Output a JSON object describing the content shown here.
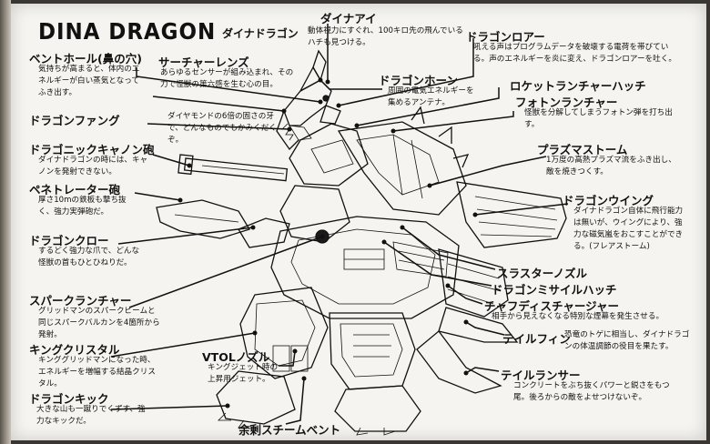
{
  "title": "DINA DRAGON",
  "subtitle": "ダイナドラゴン",
  "labels": [
    {
      "id": "dainaai",
      "name": "ダイナアイ",
      "desc": "動体視力にすぐれ、100キロ先の飛んでいるハチも見つける。"
    },
    {
      "id": "dragon_roar",
      "name": "ドラゴンロアー",
      "desc": "吼える声はプログラムデータを破壊する電荷を帯びている。声のエネルギーを炎に変え、ドラゴンロアーを吐く。"
    },
    {
      "id": "vent_hole",
      "name": "ベントホール(鼻の穴)",
      "desc": "気持ちが高まると、体内のエネルギーが白い蒸気となってふき出す。"
    },
    {
      "id": "searcher_lens",
      "name": "サーチャーレンズ",
      "desc": "あらゆるセンサーが組み込まれ、その力で怪獣の第六感を生む心の目。"
    },
    {
      "id": "dragon_horn",
      "name": "ドラゴンホーン",
      "desc": "周囲の電気エネルギーを集めるアンテナ。"
    },
    {
      "id": "rocket_launcher_hatch",
      "name": "ロケットランチャーハッチ",
      "desc": ""
    },
    {
      "id": "photon_launcher",
      "name": "フォトンランチャー",
      "desc": "怪獣を分解してしまうフォトン弾を打ち出す。"
    },
    {
      "id": "dragon_fang",
      "name": "ドラゴンファング",
      "desc": "ダイヤモンドの6倍の固さの牙で、どんなものでもかみくだくぞ。"
    },
    {
      "id": "dragonic_cannon",
      "name": "ドラゴニックキャノン砲",
      "desc": "ダイナドラゴンの時には、キャノンを発射できない。"
    },
    {
      "id": "plasma_storm",
      "name": "プラズマストーム",
      "desc": "1万度の高熱プラズマ流をふき出し、敵を焼きつくす。"
    },
    {
      "id": "penetrator_cannon",
      "name": "ペネトレーター砲",
      "desc": "厚さ10mの鉄板も撃ち抜く、強力実弾砲だ。"
    },
    {
      "id": "dragon_wing",
      "name": "ドラゴンウイング",
      "desc": "ダイナドラゴン自体に飛行能力は無いが、ウイングにより、強力な磁気嵐をおこすことができる。(フレアストーム)"
    },
    {
      "id": "dragon_claw",
      "name": "ドラゴンクロー",
      "desc": "するどく強力な爪で、どんな怪獣の首もひとひねりだ。"
    },
    {
      "id": "thruster_nozzle",
      "name": "スラスターノズル",
      "desc": ""
    },
    {
      "id": "dragon_missile_hatch",
      "name": "ドラゴンミサイルハッチ",
      "desc": ""
    },
    {
      "id": "spark_launcher",
      "name": "スパークランチャー",
      "desc": "グリッドマンのスパークビームと同じスパークバルカンを4箇所から発射。"
    },
    {
      "id": "chaff_discharger",
      "name": "チャフディスチャージャー",
      "desc": "相手から見えなくなる特別な煙幕を発生させる。"
    },
    {
      "id": "tail_fin",
      "name": "テイルフィン",
      "desc": "恐竜のトゲに相当し、ダイナドラゴンの体温調節の役目を果たす。"
    },
    {
      "id": "king_crystal",
      "name": "キングクリスタル",
      "desc": "キンググリッドマンになった時、エネルギーを増幅する結晶クリスタル。"
    },
    {
      "id": "vtol_nozzle",
      "name": "VTOLノズル",
      "desc": "キングジェット時の上昇用ジェット。"
    },
    {
      "id": "tail_lancer",
      "name": "テイルランサー",
      "desc": "コンクリートをぶち抜くパワーと鋭さをもつ尾。後ろからの敵をよせつけないぞ。"
    },
    {
      "id": "dragon_kick",
      "name": "ドラゴンキック",
      "desc": "大きな山も一蹴りでくずす、強力なキックだ。"
    },
    {
      "id": "surplus_steam_vent",
      "name": "余剰スチームベント",
      "desc": ""
    }
  ]
}
